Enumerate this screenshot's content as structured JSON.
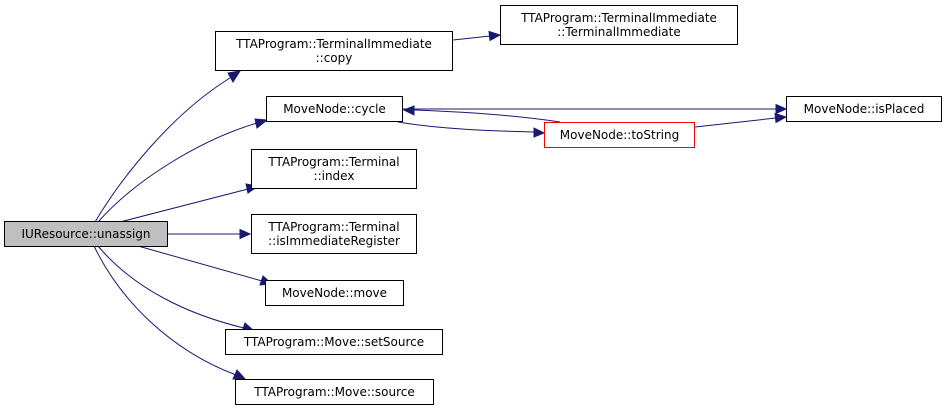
{
  "diagram": {
    "colors": {
      "edge": "#191970",
      "root_fill": "#bfbfbf",
      "highlight_border": "#ff0000"
    },
    "nodes": {
      "root": {
        "line1": "IUResource::unassign"
      },
      "ti_copy": {
        "line1": "TTAProgram::TerminalImmediate",
        "line2": "::copy"
      },
      "ti_ctor": {
        "line1": "TTAProgram::TerminalImmediate",
        "line2": "::TerminalImmediate"
      },
      "mn_cycle": {
        "line1": "MoveNode::cycle"
      },
      "mn_tostring": {
        "line1": "MoveNode::toString"
      },
      "mn_isplaced": {
        "line1": "MoveNode::isPlaced"
      },
      "t_index": {
        "line1": "TTAProgram::Terminal",
        "line2": "::index"
      },
      "t_isimm": {
        "line1": "TTAProgram::Terminal",
        "line2": "::isImmediateRegister"
      },
      "mn_move": {
        "line1": "MoveNode::move"
      },
      "m_setsource": {
        "line1": "TTAProgram::Move::setSource"
      },
      "m_source": {
        "line1": "TTAProgram::Move::source"
      }
    },
    "edges": [
      {
        "from": "IUResource::unassign",
        "to": "TTAProgram::TerminalImmediate::copy"
      },
      {
        "from": "IUResource::unassign",
        "to": "MoveNode::cycle"
      },
      {
        "from": "IUResource::unassign",
        "to": "TTAProgram::Terminal::index"
      },
      {
        "from": "IUResource::unassign",
        "to": "TTAProgram::Terminal::isImmediateRegister"
      },
      {
        "from": "IUResource::unassign",
        "to": "MoveNode::move"
      },
      {
        "from": "IUResource::unassign",
        "to": "TTAProgram::Move::setSource"
      },
      {
        "from": "IUResource::unassign",
        "to": "TTAProgram::Move::source"
      },
      {
        "from": "TTAProgram::TerminalImmediate::copy",
        "to": "TTAProgram::TerminalImmediate::TerminalImmediate"
      },
      {
        "from": "MoveNode::cycle",
        "to": "MoveNode::isPlaced"
      },
      {
        "from": "MoveNode::cycle",
        "to": "MoveNode::toString"
      },
      {
        "from": "MoveNode::toString",
        "to": "MoveNode::cycle"
      },
      {
        "from": "MoveNode::toString",
        "to": "MoveNode::isPlaced"
      }
    ]
  }
}
